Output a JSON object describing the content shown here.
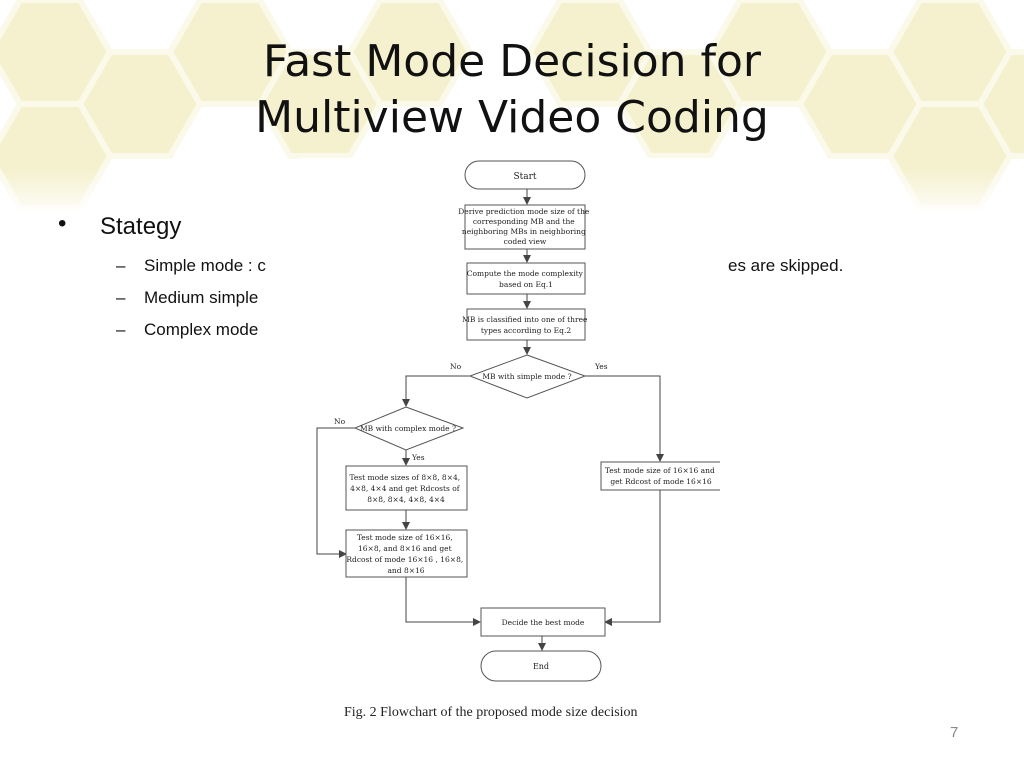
{
  "slide": {
    "title_line1": "Fast Mode Decision for",
    "title_line2": "Multiview Video Coding",
    "bullet": "Stategy",
    "subbullets": [
      {
        "text": "Simple mode : c",
        "tail": "es are skipped."
      },
      {
        "text": "Medium simple"
      },
      {
        "text": "Complex mode"
      }
    ],
    "page_number": "7"
  },
  "flowchart": {
    "start": "Start",
    "derive": [
      "Derive prediction mode size of the",
      "corresponding MB and the",
      "neighboring MBs in neighboring",
      "coded view"
    ],
    "compute": [
      "Compute the mode complexity",
      "based on Eq.1"
    ],
    "classify": [
      "MB is classified into one of three",
      "types according to Eq.2"
    ],
    "simple_q": "MB with simple mode ?",
    "complex_q": "MB with complex mode ?",
    "no1": "No",
    "yes1": "Yes",
    "no2": "No",
    "yes2": "Yes",
    "test_small": [
      "Test mode sizes of 8×8, 8×4,",
      "4×8, 4×4 and get Rdcosts of",
      "8×8, 8×4, 4×8, 4×4"
    ],
    "test_large": [
      "Test mode size of 16×16,",
      "16×8, and 8×16   and get",
      "Rdcost of mode 16×16 , 16×8,",
      "and 8×16"
    ],
    "test_16": [
      "Test mode size of 16×16 and",
      "get Rdcost of mode 16×16"
    ],
    "decide": "Decide the best mode",
    "end": "End",
    "caption": "Fig. 2 Flowchart of the proposed mode size decision"
  },
  "colors": {
    "hex_fill": "#f6f3d2",
    "hex_edge": "#ede7b6",
    "line": "#444444"
  }
}
